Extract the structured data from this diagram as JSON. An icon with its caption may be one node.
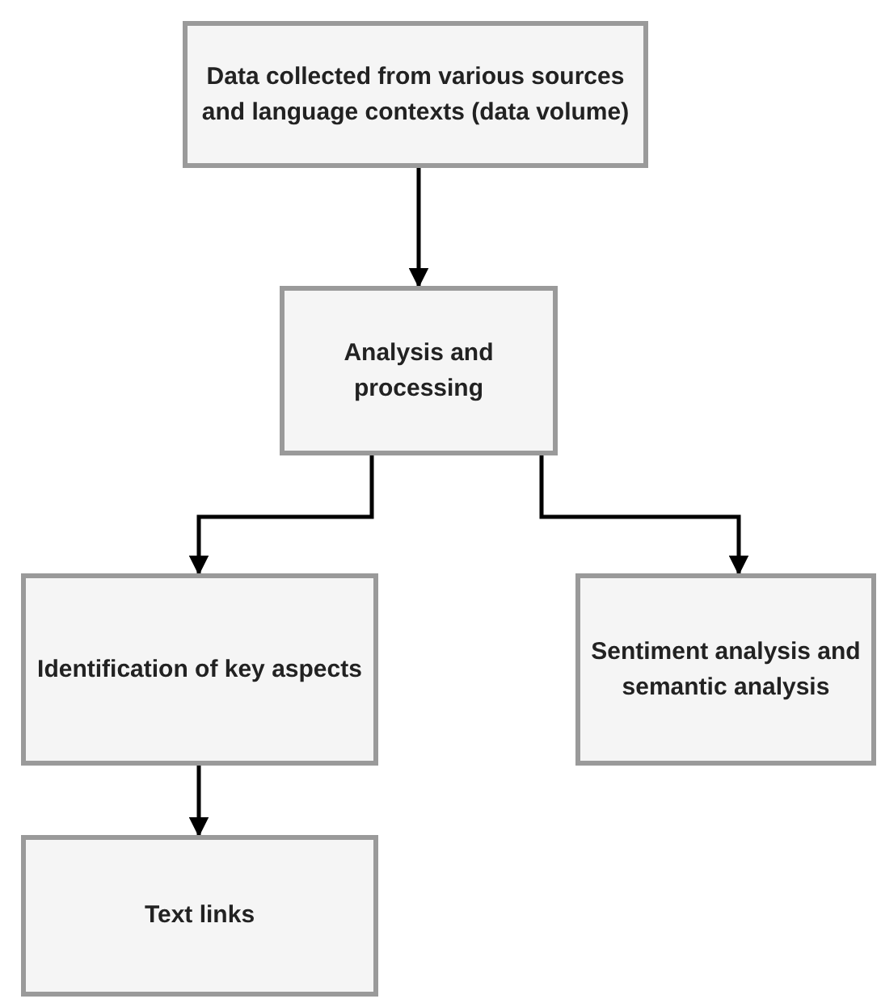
{
  "diagram": {
    "nodes": [
      {
        "text": [
          "Data collected from various sources and language contexts (data volume)"
        ]
      },
      {
        "text": [
          "Analysis and processing"
        ]
      },
      {
        "text": [
          "Identification of key aspects"
        ]
      },
      {
        "text": [
          "Sentiment analysis and semantic analysis"
        ]
      },
      {
        "text": [
          "Text links"
        ]
      }
    ],
    "edges": [
      {
        "from": 0,
        "to": 1,
        "arrow": "to"
      },
      {
        "from": 1,
        "to": 2,
        "arrow": "to"
      },
      {
        "from": 1,
        "to": 3,
        "arrow": "to"
      },
      {
        "from": 2,
        "to": 4,
        "arrow": "to"
      }
    ]
  }
}
